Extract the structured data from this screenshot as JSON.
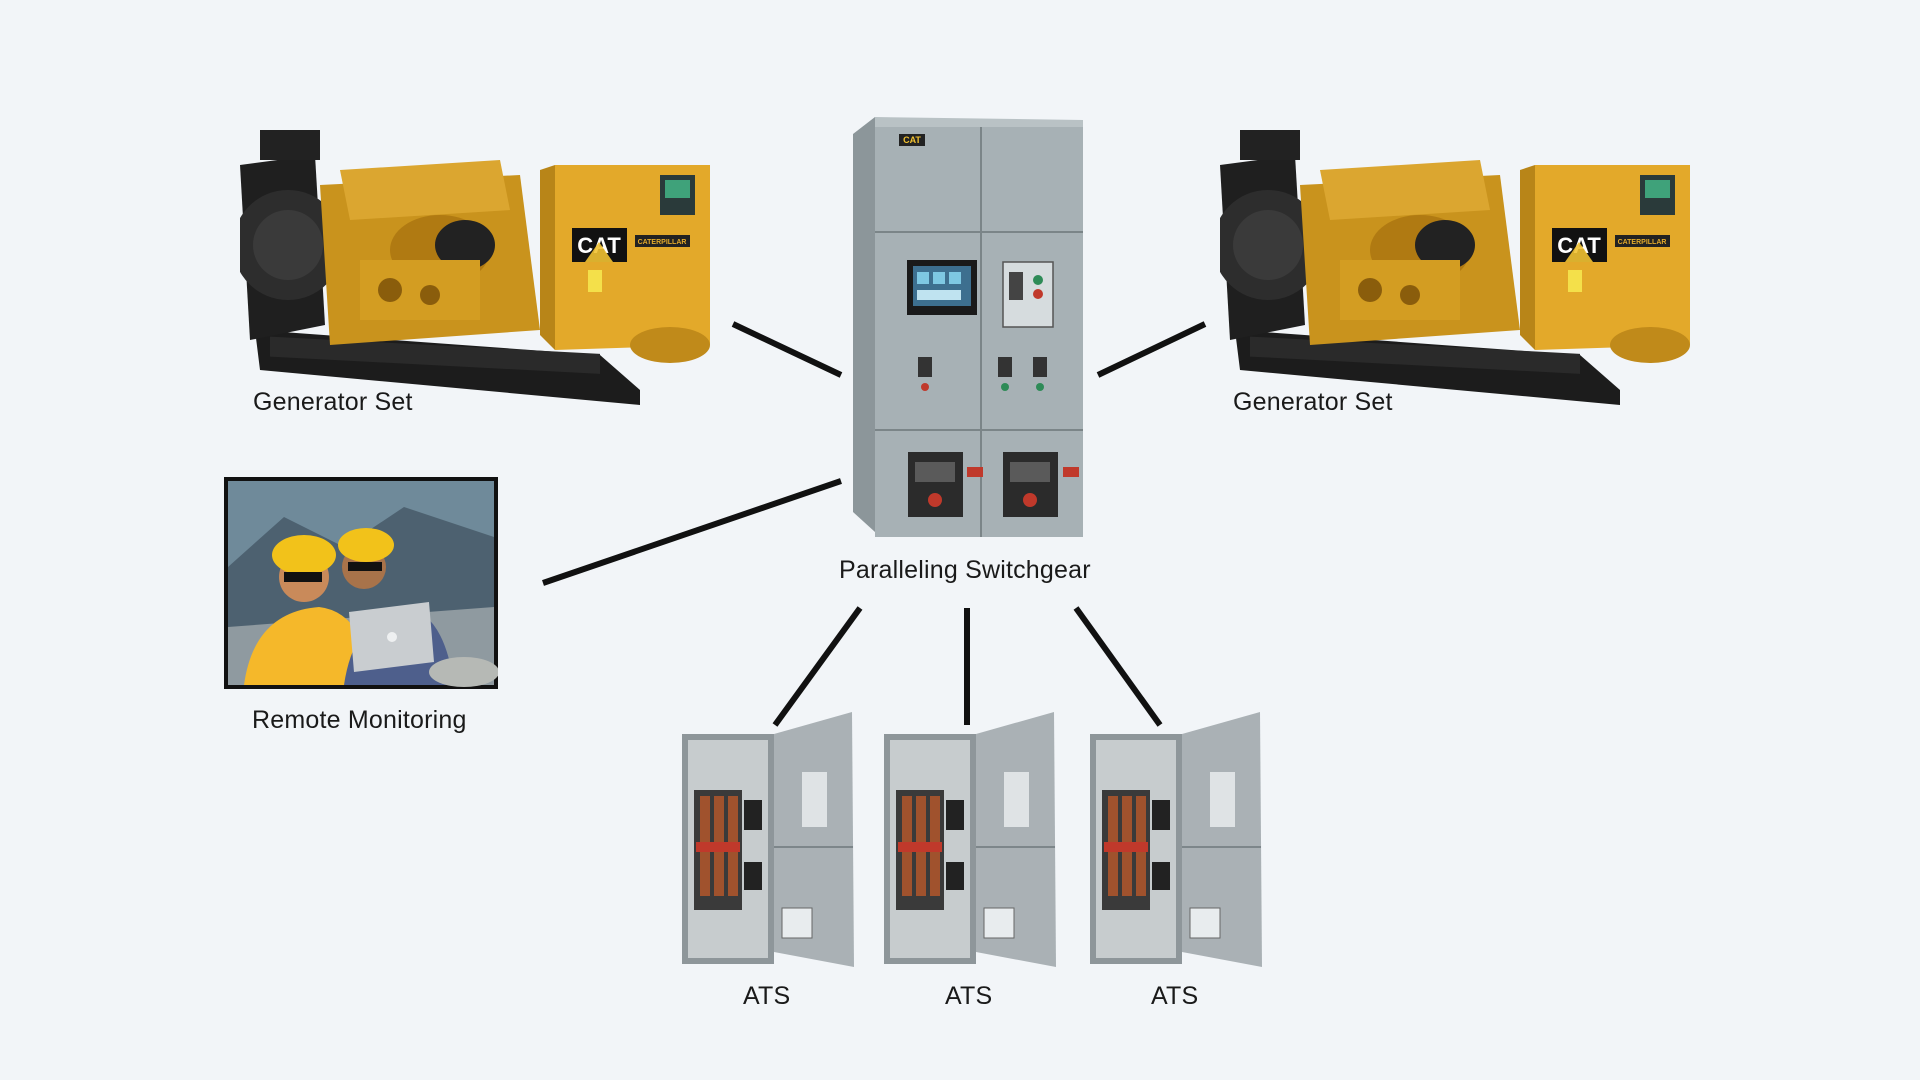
{
  "diagram": {
    "title": "",
    "nodes": [
      {
        "id": "genset_left",
        "label": "Generator Set",
        "icon": "generator-set-icon",
        "brand_text": "CAT",
        "maker_text": "CATERPILLAR"
      },
      {
        "id": "genset_right",
        "label": "Generator Set",
        "icon": "generator-set-icon",
        "brand_text": "CAT",
        "maker_text": "CATERPILLAR"
      },
      {
        "id": "switchgear",
        "label": "Paralleling Switchgear",
        "icon": "switchgear-cabinet-icon",
        "brand_text": "CAT"
      },
      {
        "id": "remote",
        "label": "Remote Monitoring",
        "icon": "remote-monitoring-photo"
      },
      {
        "id": "ats_1",
        "label": "ATS",
        "icon": "ats-cabinet-icon"
      },
      {
        "id": "ats_2",
        "label": "ATS",
        "icon": "ats-cabinet-icon"
      },
      {
        "id": "ats_3",
        "label": "ATS",
        "icon": "ats-cabinet-icon"
      }
    ],
    "edges": [
      {
        "from": "genset_left",
        "to": "switchgear"
      },
      {
        "from": "genset_right",
        "to": "switchgear"
      },
      {
        "from": "remote",
        "to": "switchgear"
      },
      {
        "from": "switchgear",
        "to": "ats_1"
      },
      {
        "from": "switchgear",
        "to": "ats_2"
      },
      {
        "from": "switchgear",
        "to": "ats_3"
      }
    ],
    "colors": {
      "background": "#f2f5f8",
      "connector": "#111111",
      "caterpillar_yellow": "#e3a92a",
      "cabinet_gray": "#a7b1b5",
      "ats_gray": "#b3b8bc"
    }
  }
}
